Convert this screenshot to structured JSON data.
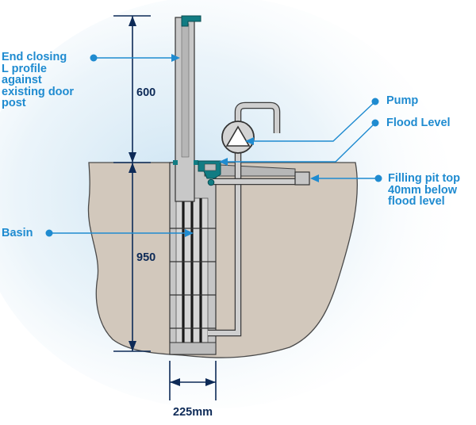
{
  "labels": {
    "end_closing": [
      "End closing",
      "L profile",
      "against",
      "existing door",
      "post"
    ],
    "basin": "Basin",
    "pump": "Pump",
    "flood_level": "Flood Level",
    "filling_pit": [
      "Filling pit top",
      "40mm below",
      "flood level"
    ]
  },
  "dimensions": {
    "upper_height": "600",
    "lower_height": "950",
    "width": "225mm"
  },
  "colors": {
    "label_blue": "#1f8bd0",
    "dimension_navy": "#0d2a57",
    "ground": "#d2c8bc",
    "concrete": "#c4c4c4",
    "profile_teal": "#117c83"
  }
}
